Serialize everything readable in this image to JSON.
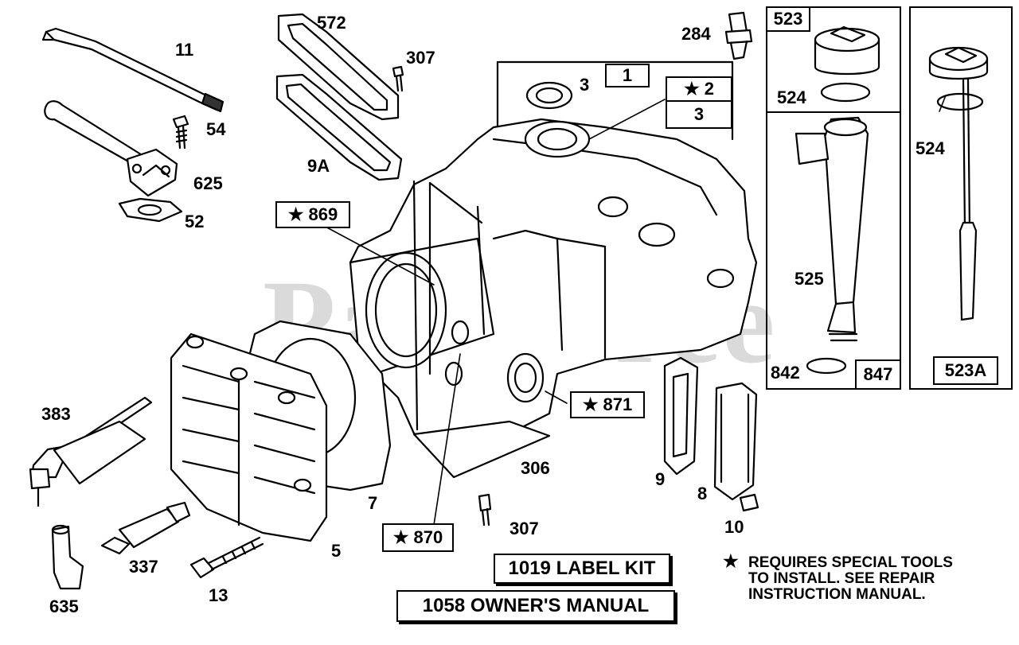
{
  "watermark": "PartsTree",
  "labels": {
    "p11": "11",
    "p54": "54",
    "p625": "625",
    "p52": "52",
    "p572": "572",
    "p307a": "307",
    "p9a": "9A",
    "p284": "284",
    "p3a": "3",
    "p1": "1",
    "p2": "★ 2",
    "p3b": "3",
    "p869": "★ 869",
    "p871": "★ 871",
    "p870": "★ 870",
    "p306": "306",
    "p307b": "307",
    "p383": "383",
    "p7": "7",
    "p5": "5",
    "p337": "337",
    "p13": "13",
    "p635": "635",
    "p9": "9",
    "p8": "8",
    "p10": "10",
    "p523": "523",
    "p524a": "524",
    "p525": "525",
    "p842": "842",
    "p847": "847",
    "p524b": "524",
    "p523a": "523A"
  },
  "banners": {
    "label_kit": "1019 LABEL KIT",
    "owners_manual": "1058 OWNER'S MANUAL"
  },
  "note": {
    "star": "★",
    "line1": "REQUIRES SPECIAL TOOLS",
    "line2": "TO INSTALL.  SEE REPAIR",
    "line3": "INSTRUCTION MANUAL."
  },
  "colors": {
    "ink": "#000000",
    "paper": "#ffffff",
    "watermark": "#969696"
  }
}
